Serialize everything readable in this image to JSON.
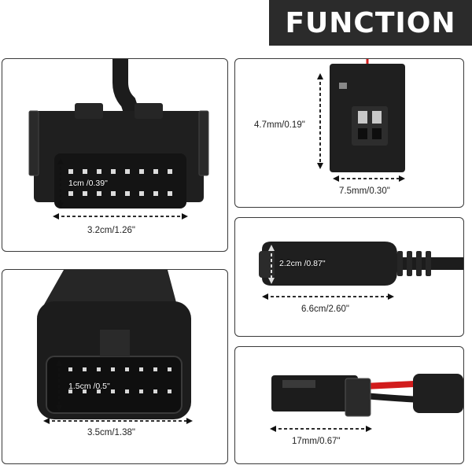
{
  "header": {
    "faint_top_text": "",
    "banner_title": "FUNCTION"
  },
  "panels": {
    "obd_female": {
      "height_label": "1cm /0.39\"",
      "width_label": "3.2cm/1.26\""
    },
    "small_plug": {
      "height_label": "4.7mm/0.19\"",
      "width_label": "7.5mm/0.30\""
    },
    "obd_male": {
      "height_label": "1.5cm /0.5\"",
      "width_label": "3.5cm/1.38\""
    },
    "round_plug": {
      "height_label": "2.2cm /0.87\"",
      "width_label": "6.6cm/2.60\""
    },
    "flat_plug": {
      "width_label": "17mm/0.67\""
    }
  },
  "colors": {
    "banner": "#2b2b2b",
    "connector": "#1c1c1c",
    "wire_red": "#d21c1c",
    "dim_line": "#111111"
  }
}
